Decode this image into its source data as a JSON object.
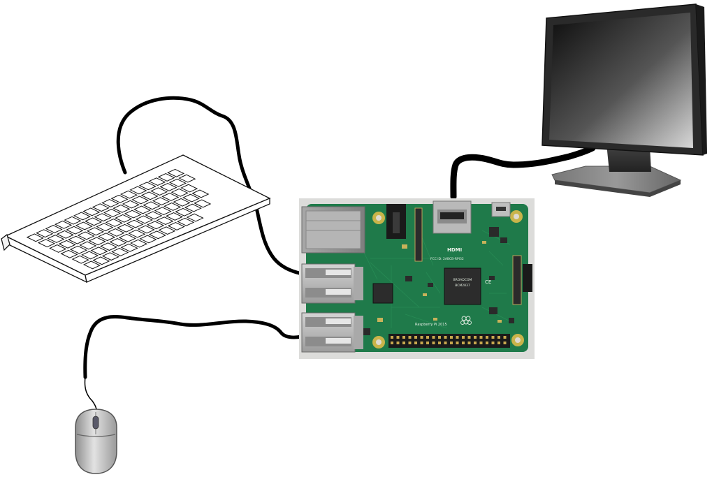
{
  "diagram": {
    "components": [
      {
        "id": "keyboard",
        "icon": "keyboard-icon"
      },
      {
        "id": "mouse",
        "icon": "mouse-icon"
      },
      {
        "id": "monitor",
        "icon": "monitor-icon"
      },
      {
        "id": "board",
        "icon": "raspberry-pi-board-icon"
      }
    ],
    "connections": [
      {
        "from": "keyboard",
        "to": "board",
        "port": "usb-upper"
      },
      {
        "from": "mouse",
        "to": "board",
        "port": "usb-lower"
      },
      {
        "from": "monitor",
        "to": "board",
        "port": "hdmi"
      }
    ],
    "board_print": {
      "hdmi": "HDMI",
      "model": "Raspberry Pi 2015",
      "ce": "CE",
      "fcc": "FCC ID: 2ABCB-RPI32"
    },
    "colors": {
      "board_green": "#1f7a4a",
      "cable": "#000000",
      "monitor_frame": "#2a2a2a",
      "mouse_body": "#c8c8c8"
    }
  }
}
